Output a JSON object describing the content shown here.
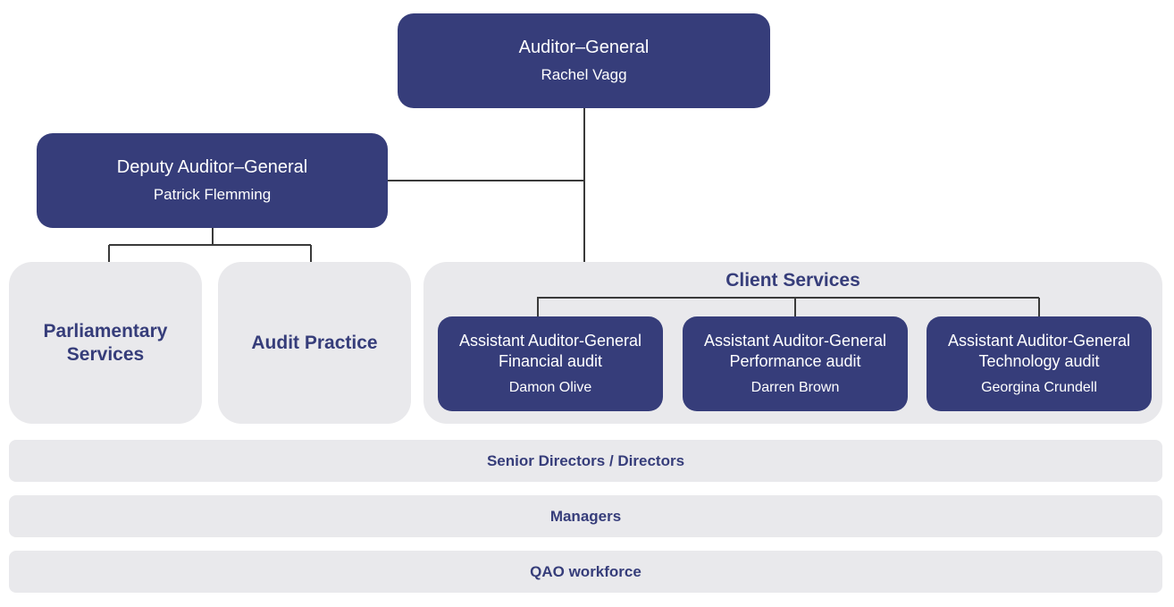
{
  "auditor_general": {
    "title": "Auditor–General",
    "name": "Rachel Vagg"
  },
  "deputy": {
    "title": "Deputy Auditor–General",
    "name": "Patrick Flemming"
  },
  "units": {
    "parliamentary": "Parliamentary\nServices",
    "audit_practice": "Audit Practice"
  },
  "client_services": {
    "title": "Client Services",
    "assistants": [
      {
        "title": "Assistant Auditor-General\nFinancial audit",
        "name": "Damon Olive"
      },
      {
        "title": "Assistant Auditor-General\nPerformance audit",
        "name": "Darren Brown"
      },
      {
        "title": "Assistant Auditor-General\nTechnology audit",
        "name": "Georgina Crundell"
      }
    ]
  },
  "tiers": [
    "Senior Directors / Directors",
    "Managers",
    "QAO workforce"
  ],
  "colors": {
    "primary": "#363d7a",
    "panel": "#e9e9ec",
    "line": "#3a3a3a"
  }
}
